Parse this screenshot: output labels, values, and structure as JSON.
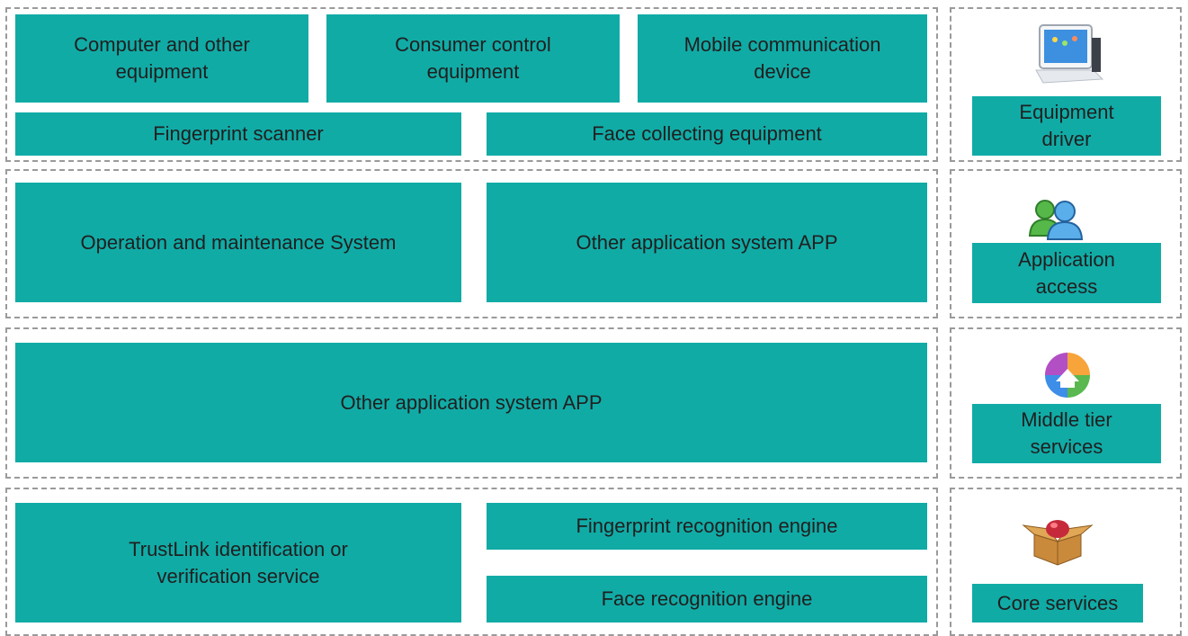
{
  "layers": [
    {
      "name": "equipment",
      "boxes": [
        "Computer and other\nequipment",
        "Consumer control\nequipment",
        "Mobile communication\ndevice",
        "Fingerprint scanner",
        "Face collecting equipment"
      ],
      "side": {
        "label": "Equipment\ndriver",
        "icon": "tablet-device-icon"
      }
    },
    {
      "name": "application",
      "boxes": [
        "Operation and maintenance System",
        "Other application system APP"
      ],
      "side": {
        "label": "Application\naccess",
        "icon": "users-icon"
      }
    },
    {
      "name": "middle",
      "boxes": [
        "Other application system APP"
      ],
      "side": {
        "label": "Middle tier\nservices",
        "icon": "picasa-logo-icon"
      }
    },
    {
      "name": "core",
      "boxes": [
        "TrustLink identification or\nverification  service",
        "Fingerprint recognition engine",
        "Face recognition engine"
      ],
      "side": {
        "label": "Core services",
        "icon": "open-box-gem-icon"
      }
    }
  ],
  "colors": {
    "box_fill": "#11aba6",
    "border": "#9a9a9a",
    "text": "#1f1f1f"
  }
}
